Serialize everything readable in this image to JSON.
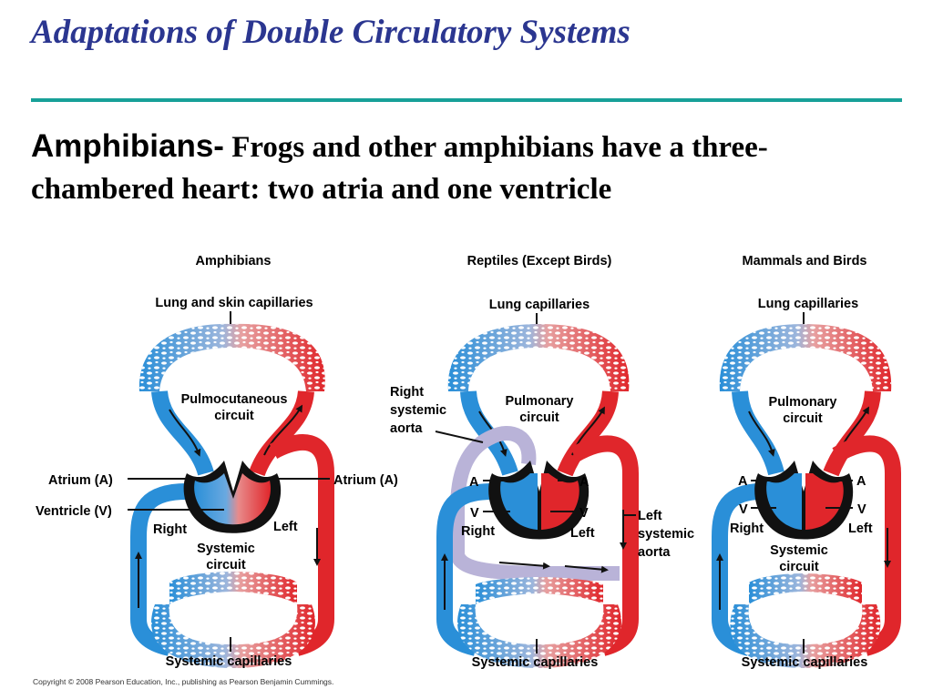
{
  "slide": {
    "title": "Adaptations of Double Circulatory Systems",
    "subtitle_lead": "Amphibians-",
    "subtitle_text": "Frogs and other amphibians have a three-chambered heart: two atria and one ventricle",
    "copyright": "Copyright © 2008 Pearson Education, Inc., publishing as Pearson Benjamin Cummings."
  },
  "colors": {
    "title": "#2b3690",
    "rule": "#17a098",
    "oxygen_poor": "#2a8fd8",
    "oxygen_rich": "#e0262b",
    "mixed_aorta": "#b9b3d8",
    "heart_wall": "#111111"
  },
  "panels": {
    "amphibians": {
      "header": "Amphibians",
      "top_capillaries": "Lung and skin capillaries",
      "circuit_top_1": "Pulmocutaneous",
      "circuit_top_2": "circuit",
      "atrium_left": "Atrium (A)",
      "atrium_right": "Atrium (A)",
      "ventricle": "Ventricle (V)",
      "right": "Right",
      "left": "Left",
      "circuit_bottom_1": "Systemic",
      "circuit_bottom_2": "circuit",
      "bottom_capillaries": "Systemic capillaries"
    },
    "reptiles": {
      "header": "Reptiles (Except Birds)",
      "top_capillaries": "Lung capillaries",
      "circuit_top_1": "Pulmonary",
      "circuit_top_2": "circuit",
      "aorta_right_1": "Right",
      "aorta_right_2": "systemic",
      "aorta_right_3": "aorta",
      "a_left": "A",
      "a_right": "A",
      "v_left": "V",
      "v_right": "V",
      "right": "Right",
      "left": "Left",
      "aorta_left_1": "Left",
      "aorta_left_2": "systemic",
      "aorta_left_3": "aorta",
      "bottom_capillaries": "Systemic capillaries"
    },
    "mammals": {
      "header": "Mammals and Birds",
      "top_capillaries": "Lung capillaries",
      "circuit_top_1": "Pulmonary",
      "circuit_top_2": "circuit",
      "a_left": "A",
      "a_right": "A",
      "v_left": "V",
      "v_right": "V",
      "right": "Right",
      "left": "Left",
      "circuit_bottom_1": "Systemic",
      "circuit_bottom_2": "circuit",
      "bottom_capillaries": "Systemic capillaries"
    }
  }
}
